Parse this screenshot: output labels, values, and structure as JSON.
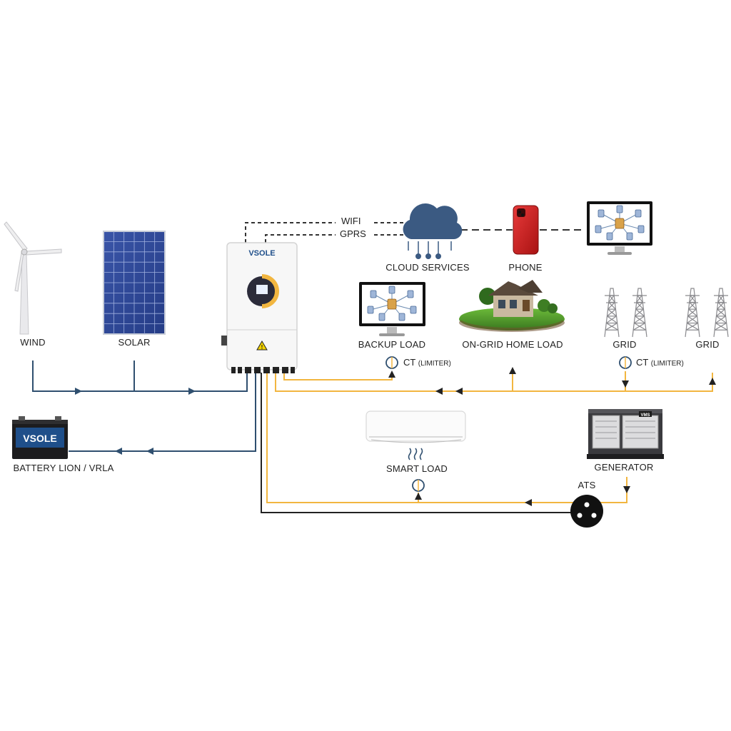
{
  "labels": {
    "wind": "WIND",
    "solar": "SOLAR",
    "battery": "BATTERY LION / VRLA",
    "wifi": "WIFI",
    "gprs": "GPRS",
    "cloud": "CLOUD SERVICES",
    "phone": "PHONE",
    "backup_load": "BACKUP LOAD",
    "on_grid_home_load": "ON-GRID HOME LOAD",
    "grid_1": "GRID",
    "grid_2": "GRID",
    "ct_1": "CT",
    "ct_1_note": "(LIMITER)",
    "ct_2": "CT",
    "ct_2_note": "(LIMITER)",
    "smart_load": "SMART LOAD",
    "generator": "GENERATOR",
    "ats": "ATS"
  },
  "branding": {
    "inverter_logo": "VSOLE",
    "battery_logo": "VSOLE",
    "generator_badge": "VMS"
  },
  "colors": {
    "dc_line": "#2f4f6f",
    "ac_line": "#f2b640",
    "ats_line": "#222222",
    "comm_line": "#333333",
    "cloud": "#3b5a82",
    "accent_yellow": "#f2b640",
    "brand_blue": "#1f4f8a"
  }
}
